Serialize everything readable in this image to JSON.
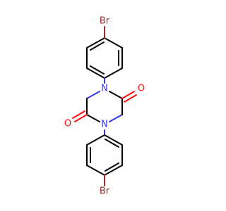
{
  "molecule": {
    "atom_labels": {
      "br_top": "Br",
      "br_bottom": "Br",
      "n1": "N",
      "n2": "N",
      "o1": "O",
      "o2": "O"
    },
    "colors": {
      "bond": "#000000",
      "nitrogen": "#3333ff",
      "oxygen": "#ff0d0d",
      "bromine": "#a62929"
    }
  }
}
